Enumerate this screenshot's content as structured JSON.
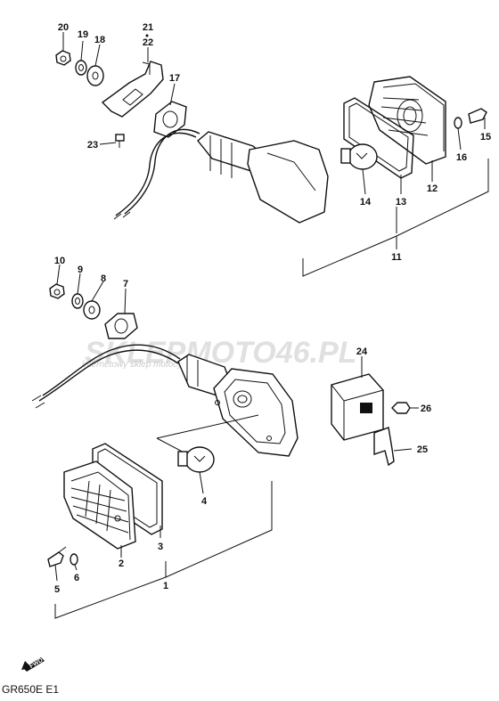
{
  "caption": "GR650E E1",
  "forward_label": "FWD",
  "watermark": {
    "brand": "SKLEPMOTO46.PL",
    "tagline": "internetowy sklep motocyklowy"
  },
  "callouts": [
    "1",
    "2",
    "3",
    "4",
    "5",
    "6",
    "7",
    "8",
    "9",
    "10",
    "11",
    "12",
    "13",
    "14",
    "15",
    "16",
    "17",
    "18",
    "19",
    "20",
    "21",
    "22",
    "23",
    "24",
    "25",
    "26"
  ],
  "colors": {
    "line": "#111111",
    "watermark": "#c8c8c8",
    "background": "#ffffff"
  }
}
